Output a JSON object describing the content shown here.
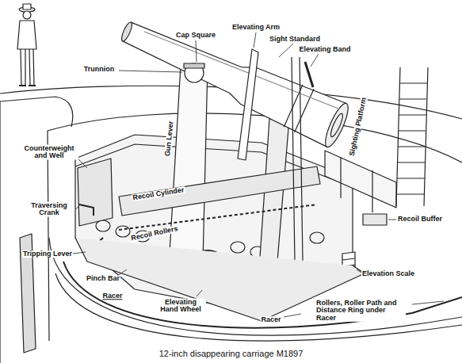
{
  "diagram": {
    "caption": "12-inch disappearing carriage M1897",
    "labels": [
      "Cap Square",
      "Elevating Arm",
      "Sight Standard",
      "Elevating Band",
      "Trunnion",
      "Gun Lever",
      "Recoil Cylinder",
      "Sighting Platform",
      "Counterweight and Well",
      "Recoil Buffer",
      "Recoil Rollers",
      "Traversing Crank",
      "Tripping Lever",
      "Pinch Bar",
      "Racer",
      "Elevation Scale",
      "Elevating Hand Wheel",
      "Racer",
      "Rollers, Roller Path and Distance Ring under Racer"
    ]
  }
}
